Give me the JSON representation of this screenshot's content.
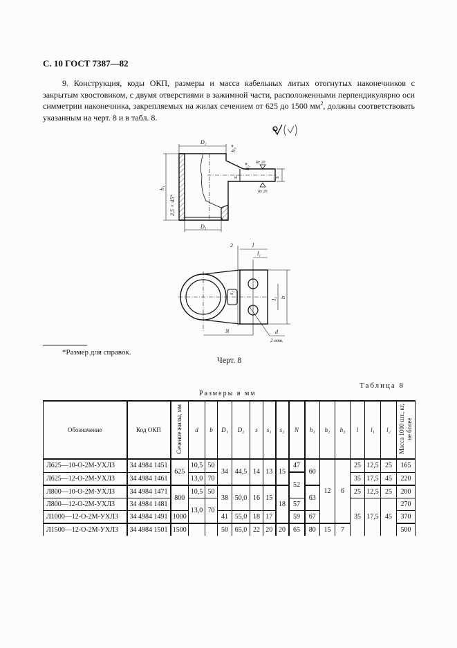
{
  "header": {
    "page_title": "С. 10 ГОСТ 7387—82"
  },
  "paragraph": {
    "text_before_sup": "9. Конструкция, коды ОКП, размеры и масса кабельных литых отогнутых наконечников с закрытым хвостовиком, с двумя отверстиями в зажимной части, расположенными перпендикулярно оси симметрии наконечника, закрепляемых на жилах сечением от 625 до 1500 мм",
    "sup": "2",
    "text_after_sup": ", должны соответствовать указанным на черт. 8 и в табл. 8."
  },
  "figure": {
    "roughness_symbol": "∀(√)",
    "labels": {
      "D2": "D₂",
      "D1": "D₁",
      "h1": "h₁",
      "h2": "h₂*",
      "h3": "h₃*",
      "chamfer": "2,5 × 45°",
      "s": "s",
      "s1": "s₁",
      "s2": "s₂",
      "rz_top": "Rz 20",
      "rz_bottom": "Rz 20",
      "l": "l",
      "l1": "l₁",
      "l2": "l₂",
      "b": "b",
      "N": "N",
      "two": "2",
      "d": "d",
      "holes": "2 отв."
    },
    "caption": "Черт. 8"
  },
  "footnote": {
    "text": "*Размер для справок."
  },
  "table": {
    "label": "Таблица 8",
    "units": "Размеры в мм",
    "headers": {
      "designation": "Обозначение",
      "okp": "Код ОКП",
      "section": "Сечение жилы, мм",
      "d": "d",
      "b": "b",
      "D1": "D₁",
      "D2": "D₂",
      "s": "s",
      "s1": "s₁",
      "s2": "s₂",
      "N": "N",
      "h1": "h₁",
      "h2": "h₂",
      "h3": "h₃",
      "l": "l",
      "l1": "l₁",
      "l2": "l₂",
      "mass": "Масса 1000 шт., кг, не более"
    },
    "rows": [
      {
        "designation": "Л625—10-О-2М-УХЛ3",
        "okp": "34 4984 1451",
        "l": "25",
        "l1": "12,5",
        "l2": "25",
        "mass": "165"
      },
      {
        "designation": "Л625—12-О-2М-УХЛ3",
        "okp": "34 4984 1461",
        "l": "35",
        "l1": "17,5",
        "l2": "45",
        "mass": "220"
      },
      {
        "designation": "Л800—10-О-2М-УХЛ3",
        "okp": "34 4984 1471",
        "l": "25",
        "l1": "12,5",
        "l2": "25",
        "mass": "200"
      },
      {
        "designation": "Л800—12-О-2М-УХЛ3",
        "okp": "34 4984 1481",
        "mass": "270"
      },
      {
        "designation": "Л1000—12-О-2М-УХЛ3",
        "okp": "34 4984 1491",
        "mass": "370"
      },
      {
        "designation": "Л1500—12-О-2М-УХЛ3",
        "okp": "34 4984 1501",
        "mass": "500"
      }
    ],
    "merged": {
      "sec_625": "625",
      "sec_800": "800",
      "sec_1000": "1000",
      "sec_1500": "1500",
      "d_105_a": "10,5",
      "d_130_a": "13,0",
      "d_105_b": "10,5",
      "d_130_b": "13,0",
      "b_50_a": "50",
      "b_70_a": "70",
      "b_50_b": "50",
      "b_70_b": "70",
      "D1_34": "34",
      "D1_38": "38",
      "D1_41": "41",
      "D1_50": "50",
      "D2_445": "44,5",
      "D2_500": "50,0",
      "D2_550": "55,0",
      "D2_650": "65,0",
      "s_14": "14",
      "s_16": "16",
      "s_18": "18",
      "s_22": "22",
      "s1_13": "13",
      "s1_15": "15",
      "s1_17": "17",
      "s1_20": "20",
      "s2_15": "15",
      "s2_18": "18",
      "s2_20": "20",
      "N_47": "47",
      "N_52": "52",
      "N_57": "57",
      "N_59": "59",
      "N_65": "65",
      "h1_60": "60",
      "h1_63": "63",
      "h1_67": "67",
      "h1_80": "80",
      "h2_12": "12",
      "h2_15": "15",
      "h3_6": "6",
      "h3_7": "7",
      "l_35": "35",
      "l1_175": "17,5",
      "l2_45": "45"
    }
  }
}
